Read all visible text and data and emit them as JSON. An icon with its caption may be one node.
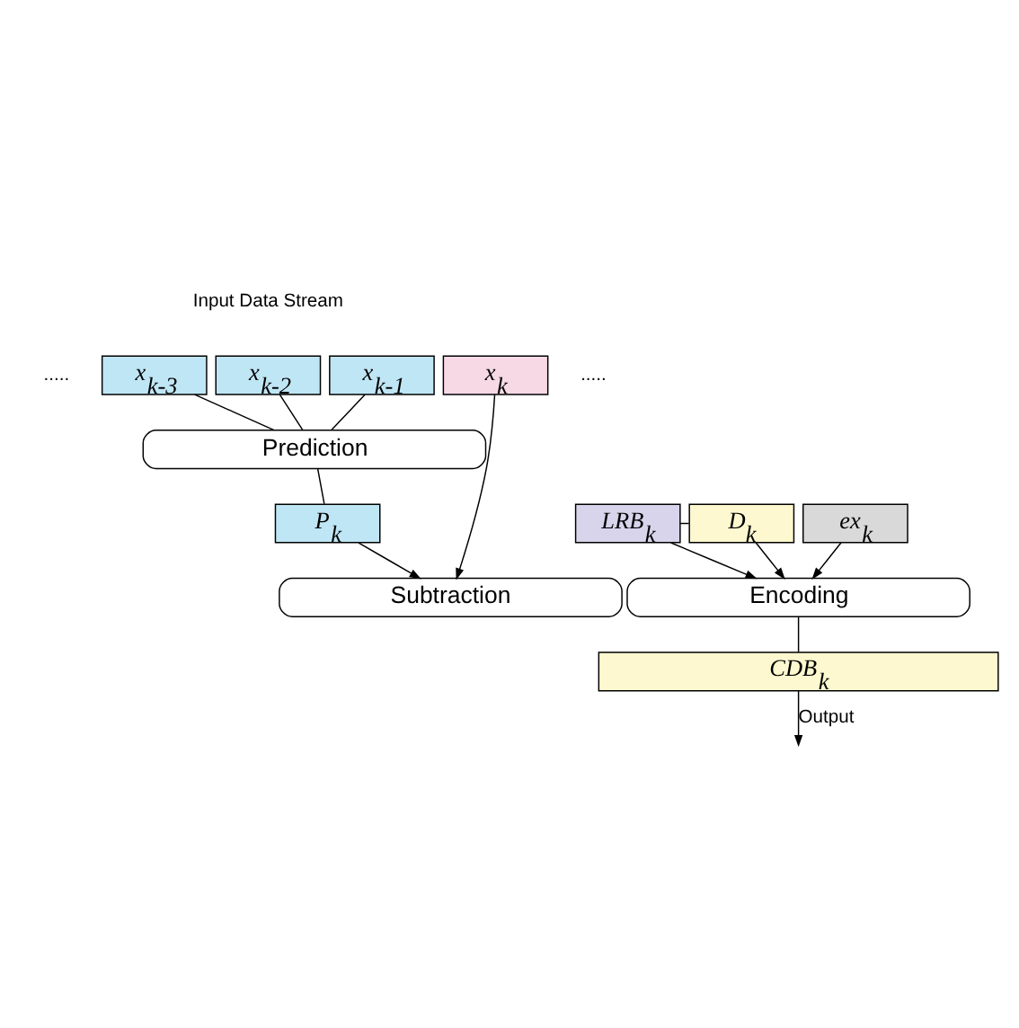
{
  "diagram": {
    "nodes": [
      {
        "text": [
          "x$_{k-3}$"
        ]
      },
      {
        "text": [
          "x$_{k-2}$"
        ]
      },
      {
        "text": [
          "x$_{k-1}$"
        ]
      },
      {
        "text": [
          "x$_{k}$"
        ]
      },
      {
        "text": [
          "Prediction"
        ]
      },
      {
        "text": [
          "P$_{k}$"
        ]
      },
      {
        "text": [
          "Subtraction"
        ]
      },
      {
        "text": [
          "LRB$_{k}$"
        ]
      },
      {
        "text": [
          "D$_{k}$"
        ]
      },
      {
        "text": [
          "ex$_{k}$"
        ]
      },
      {
        "text": [
          "Encoding"
        ]
      },
      {
        "text": [
          "CDB$_{k}$"
        ]
      }
    ],
    "edges": [
      {
        "from": 0,
        "to": 4,
        "arrow": "none"
      },
      {
        "from": 1,
        "to": 4,
        "arrow": "none"
      },
      {
        "from": 2,
        "to": 4,
        "arrow": "none"
      },
      {
        "from": 4,
        "to": 5,
        "arrow": "none"
      },
      {
        "from": 5,
        "to": 6,
        "arrow": "to"
      },
      {
        "from": 3,
        "to": 6,
        "arrow": "to"
      },
      {
        "from": 7,
        "to": 8,
        "arrow": "none"
      },
      {
        "from": 7,
        "to": 10,
        "arrow": "to"
      },
      {
        "from": 8,
        "to": 10,
        "arrow": "to"
      },
      {
        "from": 9,
        "to": 10,
        "arrow": "to"
      },
      {
        "from": 10,
        "to": 11,
        "arrow": "none"
      },
      {
        "from": 11,
        "to": null,
        "arrow": "to",
        "label": "Output"
      }
    ],
    "labels": [
      "Input Data Stream",
      ".....",
      "....."
    ]
  }
}
